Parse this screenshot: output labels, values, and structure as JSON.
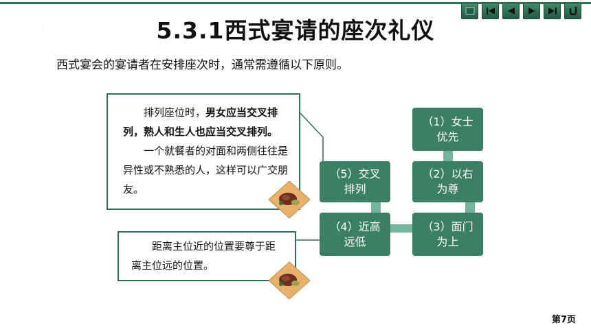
{
  "slide": {
    "title": "5.3.1西式宴请的座次礼仪",
    "intro": "西式宴会的宴请者在安排座次时，通常需遵循以下原则。",
    "page_label": "第7页"
  },
  "card1": {
    "line1_plain": "排列座位时，",
    "line1_bold": "男女应当交叉排列，熟人和生人也应当交叉排列。",
    "para2": "一个就餐者的对面和两侧往往是异性或不熟悉的人，这样可以广交朋友。"
  },
  "card2": {
    "text": "距离主位近的位置要尊于距离主位远的位置。"
  },
  "nodes": [
    {
      "l1": "（1）女士",
      "l2": "优先"
    },
    {
      "l1": "（2）以右",
      "l2": "为尊"
    },
    {
      "l1": "（3）面门",
      "l2": "为上"
    },
    {
      "l1": "（4）近高",
      "l2": "远低"
    },
    {
      "l1": "（5）交叉",
      "l2": "排列"
    }
  ],
  "nav": {
    "icons": [
      "menu-icon",
      "first-page-icon",
      "previous-page-icon",
      "next-page-icon",
      "last-page-icon",
      "return-icon"
    ]
  },
  "colors": {
    "accent": "#2f6f55",
    "node_fill": "#3b7f65",
    "connector": "#74b39c"
  }
}
